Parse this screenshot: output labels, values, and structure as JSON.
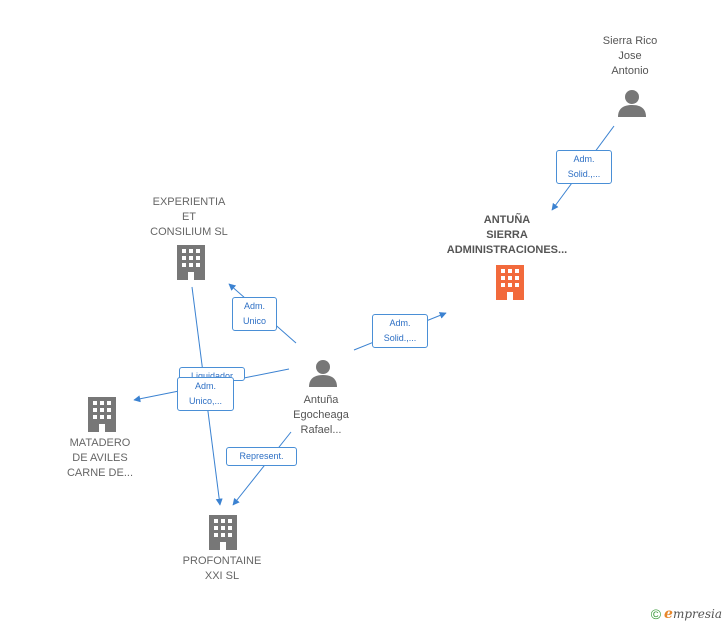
{
  "nodes": {
    "sierra_rico": {
      "lines": [
        "Sierra Rico",
        "Jose",
        "Antonio"
      ],
      "type": "person"
    },
    "antuna_sierra": {
      "lines": [
        "ANTUÑA",
        "SIERRA",
        "ADMINISTRACIONES..."
      ],
      "type": "company-focus"
    },
    "experientia": {
      "lines": [
        "EXPERIENTIA",
        "ET",
        "CONSILIUM  SL"
      ],
      "type": "company"
    },
    "antuna_egocheaga": {
      "lines": [
        "Antuña",
        "Egocheaga",
        "Rafael..."
      ],
      "type": "person"
    },
    "matadero": {
      "lines": [
        "MATADERO",
        "DE AVILES",
        "CARNE DE..."
      ],
      "type": "company"
    },
    "profontaine": {
      "lines": [
        "PROFONTAINE",
        "XXI  SL"
      ],
      "type": "company"
    }
  },
  "edges": {
    "sierra_to_antuna": [
      "Adm.",
      "Solid.,..."
    ],
    "rafael_to_antuna": [
      "Adm.",
      "Solid.,..."
    ],
    "rafael_to_experientia": [
      "Adm.",
      "Unico"
    ],
    "rafael_to_matadero_liq": [
      "Liquidador"
    ],
    "rafael_to_matadero": [
      "Adm.",
      "Unico,..."
    ],
    "rafael_to_profontaine": [
      "Represent."
    ]
  },
  "colors": {
    "edge": "#3b82d1",
    "person_icon": "#777777",
    "company_icon": "#777777",
    "focus_icon": "#f26a3c"
  },
  "footer": {
    "copyright": "©",
    "brand_initial": "e",
    "brand_rest": "mpresia"
  }
}
